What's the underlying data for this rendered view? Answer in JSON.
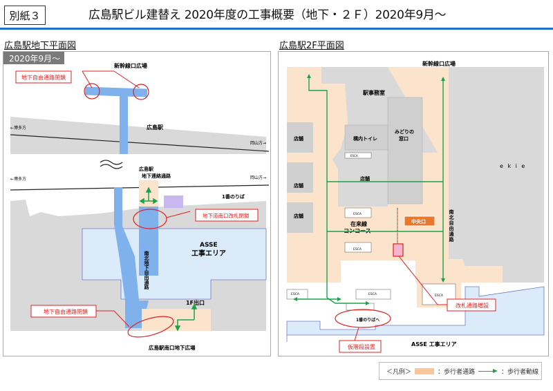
{
  "header": {
    "doc_label": "別紙３",
    "title": "広島駅ビル建替え 2020年度の工事概要（地下・２Ｆ）2020年9月～",
    "rule_color": "#1f6fc9"
  },
  "left_panel": {
    "section_title": "広島駅地下平面図",
    "date_badge": "2020年9月～",
    "labels": {
      "shinkansen_plaza": "新幹線口広場",
      "station_top": "広島駅",
      "hakata_top": "←博多方",
      "okayama_top": "岡山方→",
      "ns_passage": "南北地下自由通路",
      "station_mid": "広島駅",
      "hakata_mid": "←博多方",
      "okayama_mid": "岡山方→",
      "underground_link": "地下連絡通路",
      "platform1": "1番のりば",
      "asse_name": "ASSE",
      "asse_area": "工事エリア",
      "exit_1f": "1F出口",
      "south_plaza": "広島駅南口地下広場"
    },
    "callouts": [
      {
        "id": "closure-north",
        "text": "地下自由通路閉鎖"
      },
      {
        "id": "closure-south-gate",
        "text": "地下道南口改札閉鎖"
      },
      {
        "id": "closure-south",
        "text": "地下自由通路閉鎖"
      }
    ]
  },
  "right_panel": {
    "section_title": "広島駅2F平面図",
    "labels": {
      "shinkansen_plaza": "新幹線口広場",
      "office": "駅事務室",
      "toilet": "構内トイレ",
      "midori": "みどりの窓口",
      "midori_line1": "みどりの",
      "midori_line2": "窓口",
      "shop_center": "店舗",
      "shop_left_1": "店舗",
      "shop_left_2": "店舗",
      "shop_left_3": "店舗",
      "escalator": "ESCA",
      "concourse_line1": "在来線",
      "concourse_line2": "コンコース",
      "central_exit": "中央口",
      "ns_free_passage": "南北自由通路",
      "ekie": "e k i e",
      "to_platform1": "1番のりばへ",
      "asse_area": "ASSE  工事エリア"
    },
    "callouts": [
      {
        "id": "gate-expansion",
        "text": "改札通路増設"
      },
      {
        "id": "temp-stairs",
        "text": "仮階段設置"
      }
    ]
  },
  "legend": {
    "prefix": "＜凡例＞",
    "walkway_label": "：歩行者通路",
    "flow_label": "：歩行者動線",
    "walkway_color": "#f8c69a",
    "flow_color": "#1aa34a"
  },
  "colors": {
    "building_gray": "#d9d9d9",
    "passage_blue": "#7fb2ec",
    "asse_blue": "#dcebfa",
    "walkway_peach": "#fbe3cc",
    "callout_red": "#e02020",
    "central_exit_orange": "#e8782c"
  }
}
